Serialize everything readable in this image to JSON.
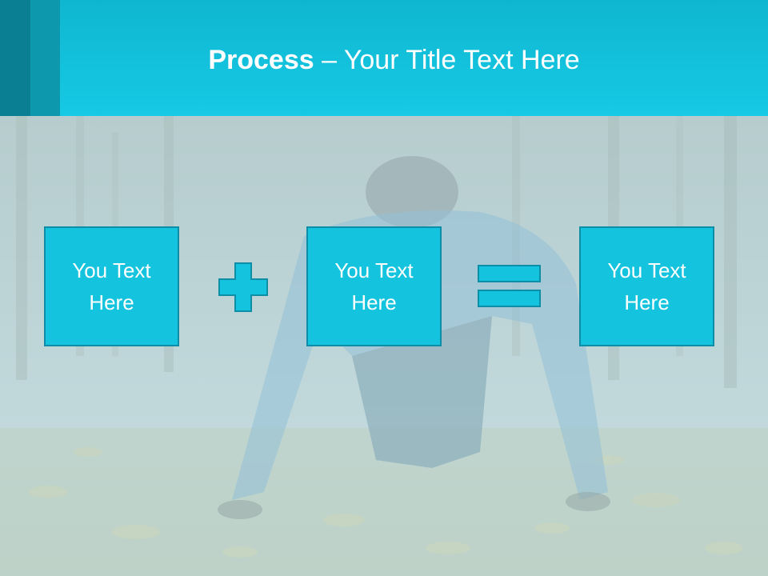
{
  "title": {
    "bold": "Process",
    "rest": " – Your Title Text Here"
  },
  "boxes": [
    {
      "line1": "You Text",
      "line2": "Here"
    },
    {
      "line1": "You Text",
      "line2": "Here"
    },
    {
      "line1": "You Text",
      "line2": "Here"
    }
  ],
  "operators": [
    "plus-icon",
    "equals-icon"
  ],
  "colors": {
    "accent": "#14c3de",
    "accent_border": "#0d8ea6",
    "header_dark": "#0a7e92",
    "text": "#ffffff"
  }
}
